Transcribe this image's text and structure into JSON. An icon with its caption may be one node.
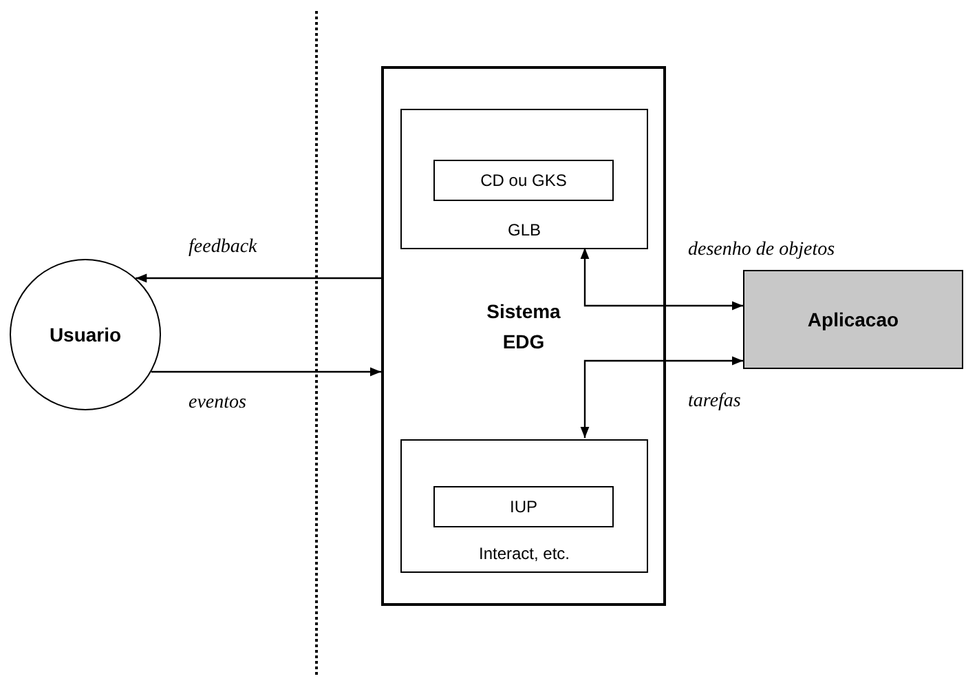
{
  "diagram": {
    "nodes": [
      {
        "text": [
          "Usuario"
        ]
      },
      {
        "text": [
          "Sistema EDG"
        ]
      },
      {
        "text": [
          "GLB"
        ],
        "in": 1
      },
      {
        "text": [
          "CD ou GKS"
        ],
        "in": 2
      },
      {
        "text": [
          "Interact, etc."
        ],
        "in": 1
      },
      {
        "text": [
          "IUP"
        ],
        "in": 4
      },
      {
        "text": [
          "Aplicacao"
        ]
      }
    ],
    "edges": [
      {
        "from": 1,
        "to": 0,
        "arrow": "to",
        "label": "feedback"
      },
      {
        "from": 0,
        "to": 1,
        "arrow": "to",
        "label": "eventos"
      },
      {
        "from": 2,
        "to": 6,
        "arrow": "both",
        "label": "desenho de objetos"
      },
      {
        "from": 6,
        "to": 4,
        "arrow": "both",
        "label": "tarefas"
      }
    ]
  }
}
